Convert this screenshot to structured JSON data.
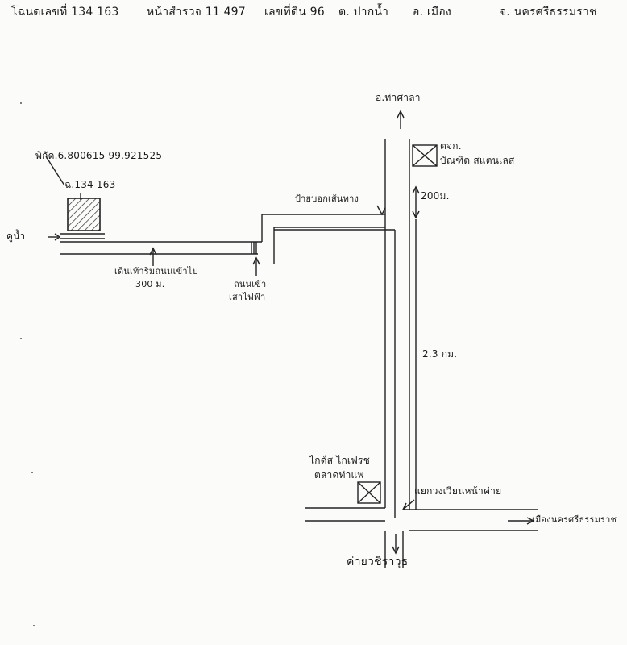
{
  "header": {
    "deed": "โฉนดเลขที่ 134 163",
    "survey_page": "หน้าสำรวจ 11 497",
    "land_no": "เลขที่ดิน 96",
    "subdistrict": "ต. ปากน้ำ",
    "district": "อ. เมือง",
    "province": "จ. นครศรีธรรมราช"
  },
  "labels": {
    "north_dest": "อ.ท่าศาลา",
    "coords": "พิกัด.6.800615 99.921525",
    "parcel": "ฉ.134 163",
    "canal": "คูน้ำ",
    "walk_in": "เดินเท้าริมถนนเข้าไป",
    "walk_dist": "300 ม.",
    "pole_line1": "ถนนเข้า",
    "pole_line2": "เสาไฟฟ้า",
    "sign": "ป้ายบอกเส้นทาง",
    "school_line1": "ตจก.",
    "school_line2": "บัณฑิต สแตนเลส",
    "dist_200": "200ม.",
    "dist_2_3": "2.3 กม.",
    "shop_line1": "ไกด์ส ไกเฟรช",
    "shop_line2": "ตลาดท่าแพ",
    "junction": "แยกวงเวียนหน้าค่าย",
    "east_dest": "เมืองนครศรีธรรมราช",
    "south_dest": "ค่ายวชิราวุธ"
  }
}
